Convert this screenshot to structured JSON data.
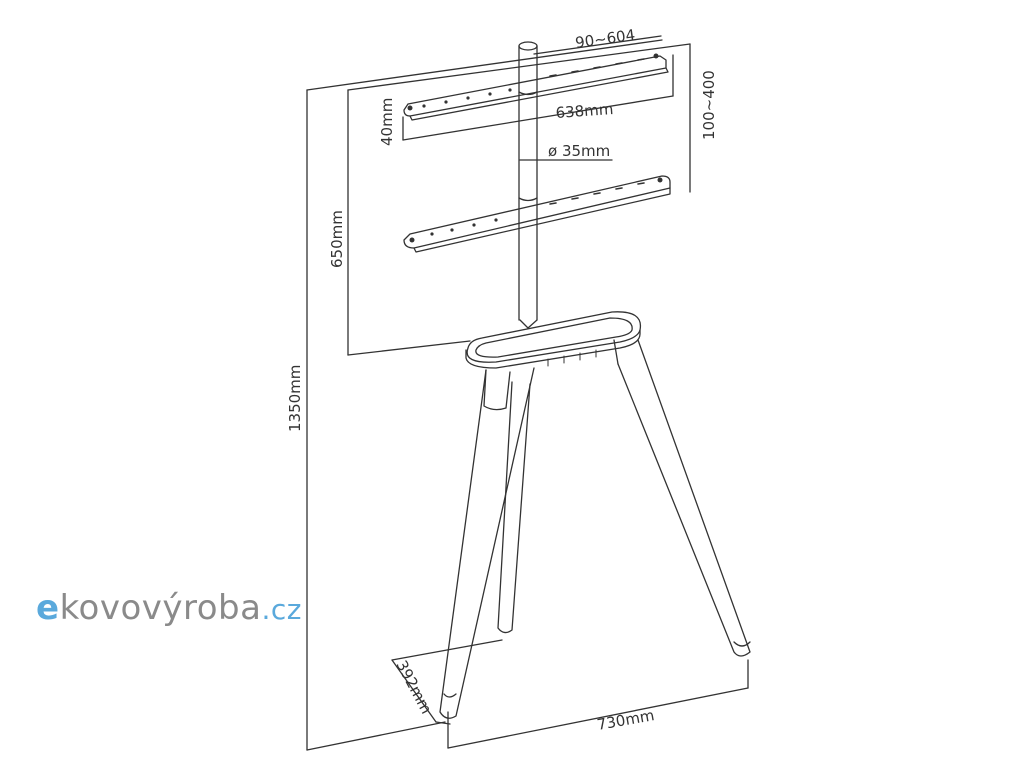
{
  "dimensions": {
    "vesa_width": "90~604",
    "vesa_height": "100~400",
    "bracket_height": "40mm",
    "bracket_width": "638mm",
    "pole_diameter": "ø 35mm",
    "pole_height": "650mm",
    "total_height": "1350mm",
    "depth": "392mm",
    "base_width": "730mm"
  },
  "watermark": {
    "letter": "e",
    "main": "kovovýroba",
    "tld": ".cz"
  },
  "colors": {
    "line": "#333333",
    "logo_accent": "#5aa9dc",
    "logo_gray": "#8a8a8a"
  }
}
